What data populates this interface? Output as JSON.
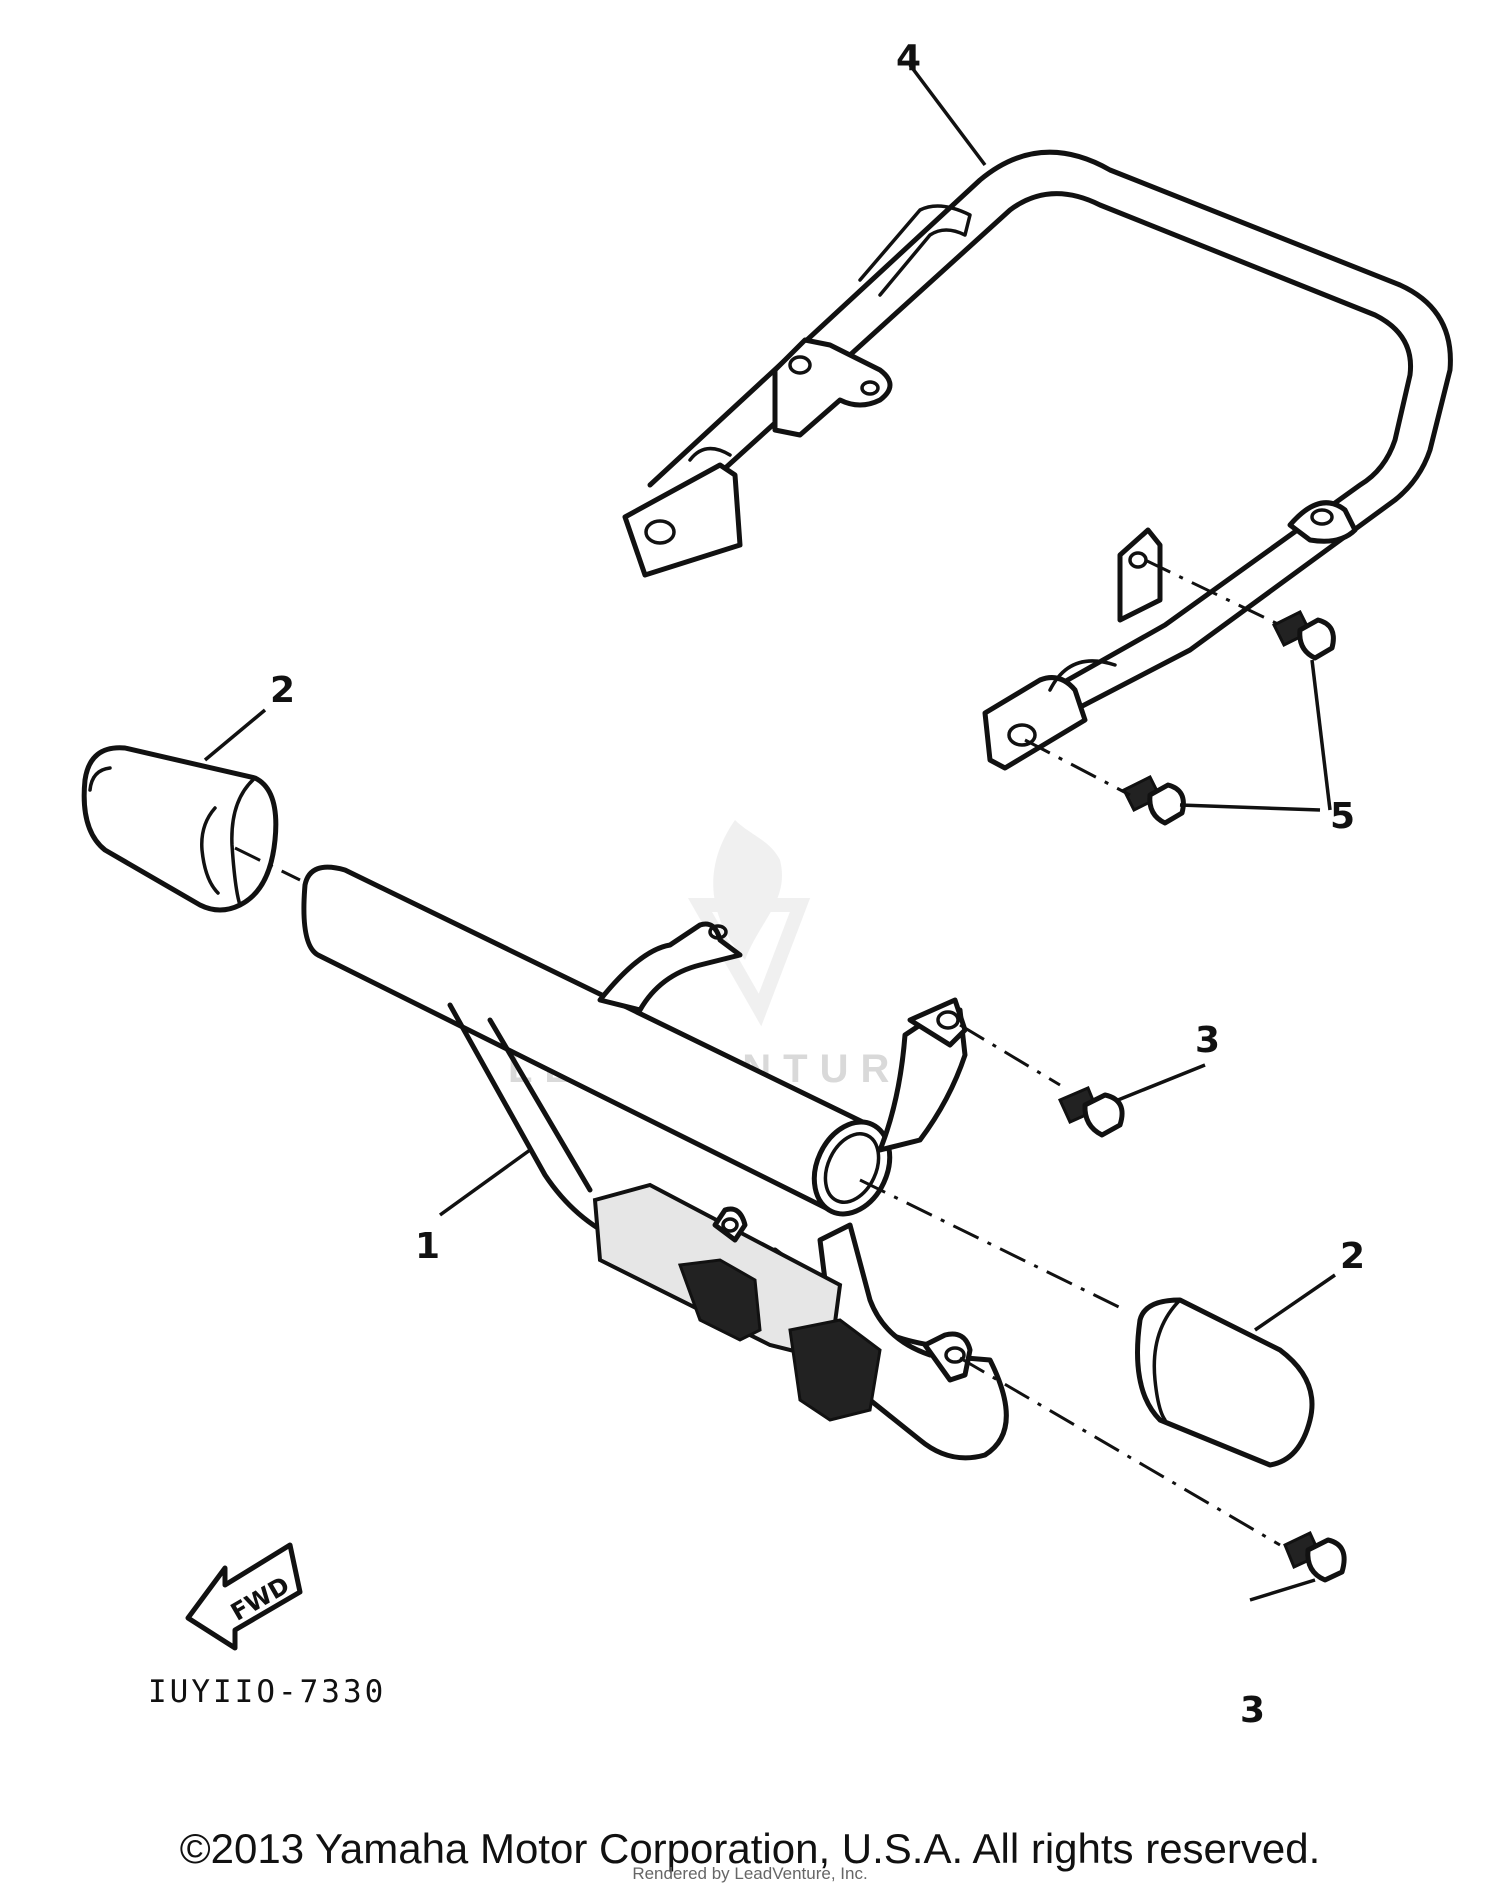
{
  "callouts": {
    "part_1": "1",
    "part_2_left": "2",
    "part_2_right": "2",
    "part_3_upper": "3",
    "part_3_lower": "3",
    "part_4": "4",
    "part_5": "5"
  },
  "fwd_arrow_label": "FWD",
  "diagram_code": "IUYIIO-7330",
  "watermark": "LEADVENTURE",
  "copyright": "©2013 Yamaha Motor Corporation, U.S.A. All rights reserved.",
  "rendered_by": "Rendered by LeadVenture, Inc."
}
